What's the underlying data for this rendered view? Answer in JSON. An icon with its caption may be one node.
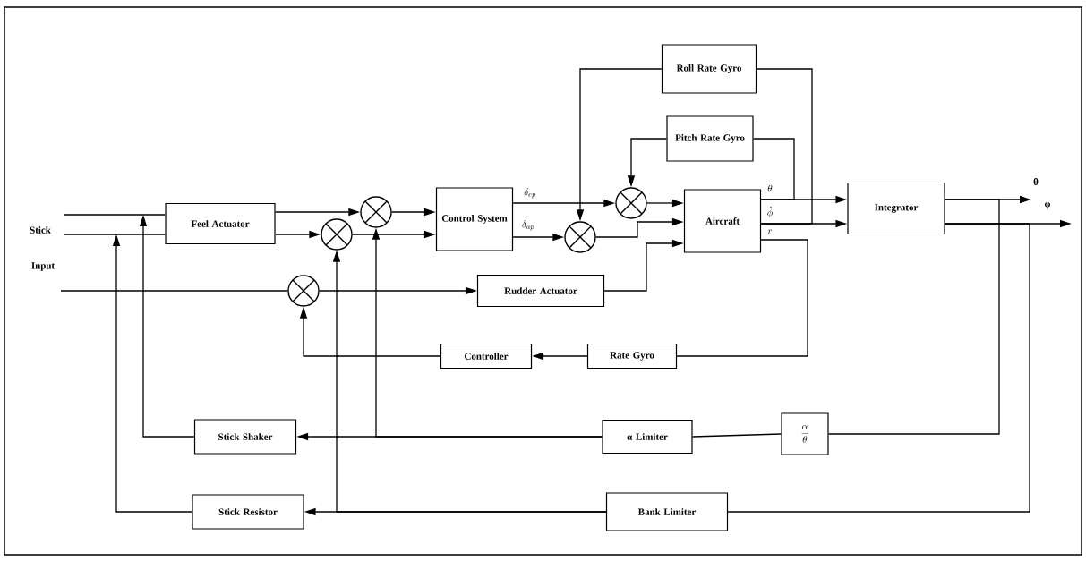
{
  "diagram": {
    "nodes": [
      {
        "text": [
          "Roll Rate Gyro"
        ]
      },
      {
        "text": [
          "Pitch Rate Gyro"
        ]
      },
      {
        "text": [
          "Feel Actuator"
        ]
      },
      {
        "text": [],
        "shape": "circle"
      },
      {
        "text": [],
        "shape": "circle"
      },
      {
        "text": [
          "Control System"
        ]
      },
      {
        "text": [],
        "shape": "circle"
      },
      {
        "text": [],
        "shape": "circle"
      },
      {
        "text": [
          "Aircraft"
        ]
      },
      {
        "text": [
          "Integrator"
        ]
      },
      {
        "text": [],
        "shape": "circle"
      },
      {
        "text": [
          "Rudder Actuator"
        ]
      },
      {
        "text": [
          "Controller"
        ]
      },
      {
        "text": [
          "Rate Gyro"
        ]
      },
      {
        "text": [
          "Stick Shaker"
        ]
      },
      {
        "text": [
          "α Limiter"
        ]
      },
      {
        "text": [
          "\\frac{\\alpha}{\\theta}"
        ]
      },
      {
        "text": [
          "Stick Resistor"
        ]
      },
      {
        "text": [
          "Bank Limiter"
        ]
      }
    ],
    "edges": [
      {
        "from": null,
        "to": 2,
        "arrow": "none"
      },
      {
        "from": null,
        "to": 2,
        "arrow": "none"
      },
      {
        "from": null,
        "to": 10,
        "arrow": "none"
      },
      {
        "from": 2,
        "to": 3,
        "arrow": "to"
      },
      {
        "from": 2,
        "to": 4,
        "arrow": "to"
      },
      {
        "from": 3,
        "to": 5,
        "arrow": "to"
      },
      {
        "from": 4,
        "to": 5,
        "arrow": "to"
      },
      {
        "from": 5,
        "to": 6,
        "arrow": "to",
        "label": "\\delta_{ep}"
      },
      {
        "from": 5,
        "to": 7,
        "arrow": "to",
        "label": "\\delta_{ap}"
      },
      {
        "from": 0,
        "to": 7,
        "arrow": "to"
      },
      {
        "from": 1,
        "to": 6,
        "arrow": "to"
      },
      {
        "from": 6,
        "to": 8,
        "arrow": "to"
      },
      {
        "from": 7,
        "to": 8,
        "arrow": "to"
      },
      {
        "from": 11,
        "to": 8,
        "arrow": "to"
      },
      {
        "from": 8,
        "to": 9,
        "arrow": "to",
        "label": "\\dot{\\theta}"
      },
      {
        "from": 8,
        "to": 9,
        "arrow": "to",
        "label": "\\dot{\\phi}"
      },
      {
        "from": 8,
        "to": 1,
        "arrow": "none"
      },
      {
        "from": 8,
        "to": 0,
        "arrow": "none"
      },
      {
        "from": 8,
        "to": 13,
        "arrow": "none",
        "label": "r"
      },
      {
        "from": 13,
        "to": 12,
        "arrow": "to"
      },
      {
        "from": 12,
        "to": 10,
        "arrow": "to"
      },
      {
        "from": 10,
        "to": 11,
        "arrow": "to"
      },
      {
        "from": 9,
        "to": null,
        "arrow": "to",
        "label": "θ"
      },
      {
        "from": 9,
        "to": null,
        "arrow": "to",
        "label": "φ"
      },
      {
        "from": 9,
        "to": 16,
        "arrow": "none"
      },
      {
        "from": 9,
        "to": 18,
        "arrow": "none"
      },
      {
        "from": 16,
        "to": 15,
        "arrow": "none"
      },
      {
        "from": 15,
        "to": 14,
        "arrow": "to"
      },
      {
        "from": 15,
        "to": 3,
        "arrow": "to"
      },
      {
        "from": 14,
        "to": null,
        "arrow": "to"
      },
      {
        "from": 18,
        "to": 17,
        "arrow": "to"
      },
      {
        "from": 18,
        "to": 4,
        "arrow": "to"
      },
      {
        "from": 17,
        "to": null,
        "arrow": "to"
      }
    ],
    "labels": [
      "Stick",
      "Input"
    ]
  }
}
